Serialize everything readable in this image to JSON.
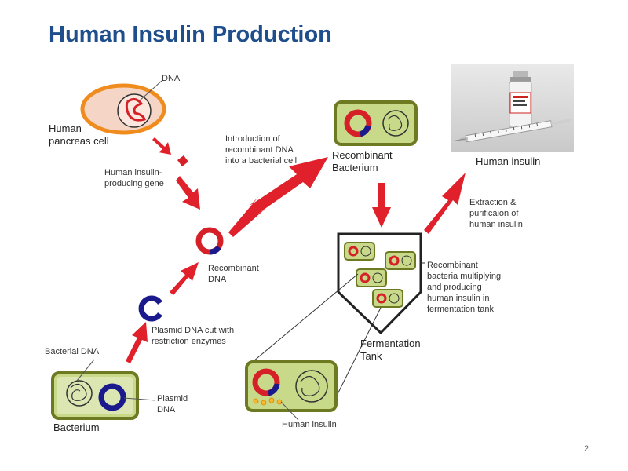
{
  "slide": {
    "title": "Human Insulin Production",
    "page_number": "2"
  },
  "labels": {
    "dna": "DNA",
    "human_pancreas_cell": "Human\npancreas cell",
    "gene": "Human insulin-\nproducing gene",
    "introduction": "Introduction of\nrecombinant DNA\ninto a bacterial cell",
    "recombinant_bacterium": "Recombinant\nBacterium",
    "human_insulin_product": "Human insulin",
    "extraction": "Extraction &\npurificaion of\nhuman insulin",
    "recombinant_dna": "Recombinant\nDNA",
    "recombinant_bacteria_multiplying": "Recombinant\nbacteria multiplying\nand producing\nhuman insulin in\nfermentation tank",
    "fermentation_tank": "Fermentation\nTank",
    "plasmid_cut": "Plasmid DNA cut with\nrestriction enzymes",
    "bacterial_dna": "Bacterial DNA",
    "plasmid_dna": "Plasmid\nDNA",
    "bacterium": "Bacterium",
    "human_insulin_small": "Human insulin"
  },
  "colors": {
    "title": "#1f4e8c",
    "arrow_red": "#e0202a",
    "cell_fill": "#c8d98a",
    "cell_border": "#6d7a22",
    "plasmid_blue": "#1a1a8c",
    "plasmid_red": "#d62028",
    "pancreas_fill": "#f5d6c6",
    "pancreas_border": "#f08c1e"
  }
}
